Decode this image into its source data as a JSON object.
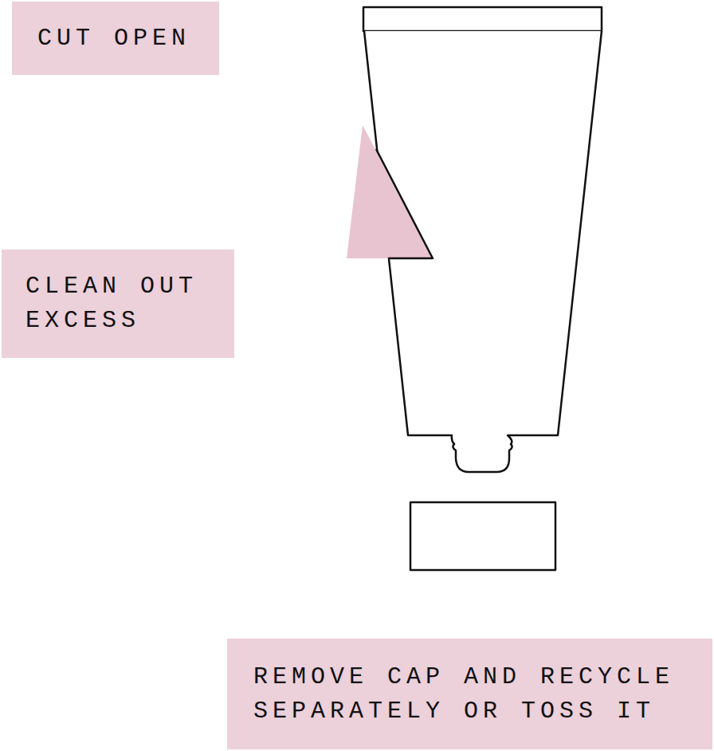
{
  "diagram": {
    "nodes": [
      {
        "text": [
          "CUT OPEN"
        ]
      },
      {
        "text": [
          "CLEAN OUT EXCESS"
        ]
      },
      {
        "text": [
          "REMOVE CAP AND RECYCLE SEPARATELY OR TOSS IT"
        ]
      }
    ]
  }
}
